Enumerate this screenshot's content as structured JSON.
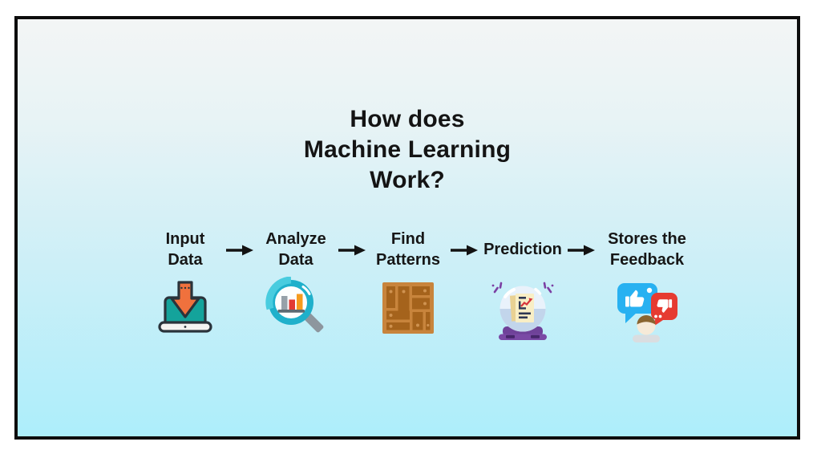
{
  "title": {
    "lines": [
      "How does",
      "Machine Learning",
      "Work?"
    ]
  },
  "steps": [
    {
      "label": "Input Data",
      "label_lines": [
        "Input",
        "Data"
      ],
      "icon": "laptop-download-icon"
    },
    {
      "label": "Analyze Data",
      "label_lines": [
        "Analyze",
        "Data"
      ],
      "icon": "magnifier-bar-chart-icon"
    },
    {
      "label": "Find Patterns",
      "label_lines": [
        "Find",
        "Patterns"
      ],
      "icon": "wood-blocks-pattern-icon"
    },
    {
      "label": "Prediction",
      "label_lines": [
        "Prediction"
      ],
      "icon": "crystal-ball-icon"
    },
    {
      "label": "Stores the Feedback",
      "label_lines": [
        "Stores the",
        "Feedback"
      ],
      "icon": "feedback-bubbles-icon"
    }
  ],
  "colors": {
    "frame_border": "#0d0d0d",
    "background_top": "#f3f5f5",
    "background_bottom": "#adeefb",
    "title_text": "#141414",
    "label_text": "#161616",
    "arrow": "#131313",
    "laptop_teal": "#14a39b",
    "download_arrow_orange": "#f0713d",
    "icon_outline": "#2a333b",
    "magnifier_teal": "#1fb0cb",
    "bar_gray": "#97a1a9",
    "bar_red": "#e23a33",
    "bar_orange": "#f59b1e",
    "wood_light": "#c8843c",
    "wood_dark": "#a5631c",
    "sphere_blue": "#e9f2fb",
    "sphere_lower": "#c2d5eb",
    "base_purple": "#6f4299",
    "document_cream": "#f8eec5",
    "chart_line_red": "#d8363c",
    "bubble_blue": "#28b1f1",
    "bubble_red": "#e63b31",
    "skin": "#f6ead8",
    "hair_brown": "#8a6530",
    "body_gray": "#dadde0"
  }
}
